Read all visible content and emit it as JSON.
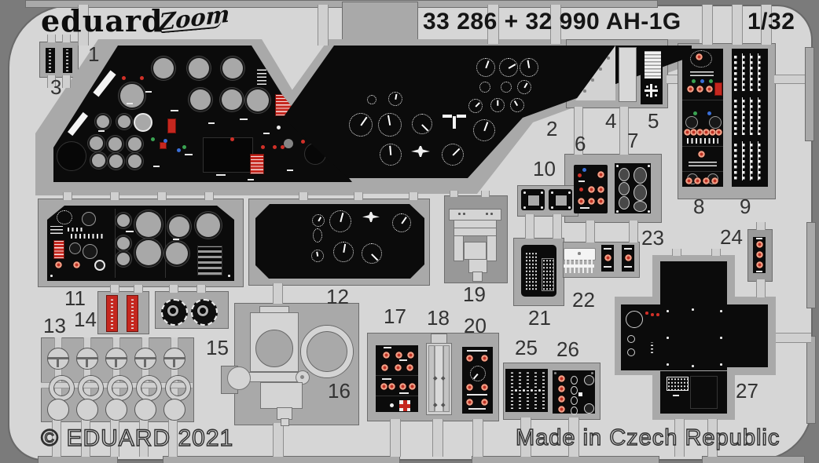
{
  "header": {
    "brand": "eduard",
    "logo": "Zoom",
    "title": "33 286 + 32 990 AH-1G",
    "scale": "1/32"
  },
  "footer": {
    "copyright": "© EDUARD 2021",
    "made_in": "Made in Czech Republic"
  },
  "colors": {
    "sheet": "#d6d6d6",
    "frame": "#a9a9a9",
    "edge": "#7b7b7b",
    "part_black": "#0b0b0b",
    "red_placard": "#c5271f",
    "knob_orange": "#eda088",
    "green": "#3aa352",
    "blue": "#3a6fd8",
    "yellow": "#e3cf2b",
    "bare_metal": "#d4d4d4"
  },
  "parts": {
    "p1": "1",
    "p2": "2",
    "p3": "3",
    "p4": "4",
    "p5": "5",
    "p6": "6",
    "p7": "7",
    "p8": "8",
    "p9": "9",
    "p10": "10",
    "p11": "11",
    "p12": "12",
    "p13": "13",
    "p14": "14",
    "p15": "15",
    "p16": "16",
    "p17": "17",
    "p18": "18",
    "p19": "19",
    "p20": "20",
    "p21": "21",
    "p22": "22",
    "p23": "23",
    "p24": "24",
    "p25": "25",
    "p26": "26",
    "p27": "27"
  }
}
